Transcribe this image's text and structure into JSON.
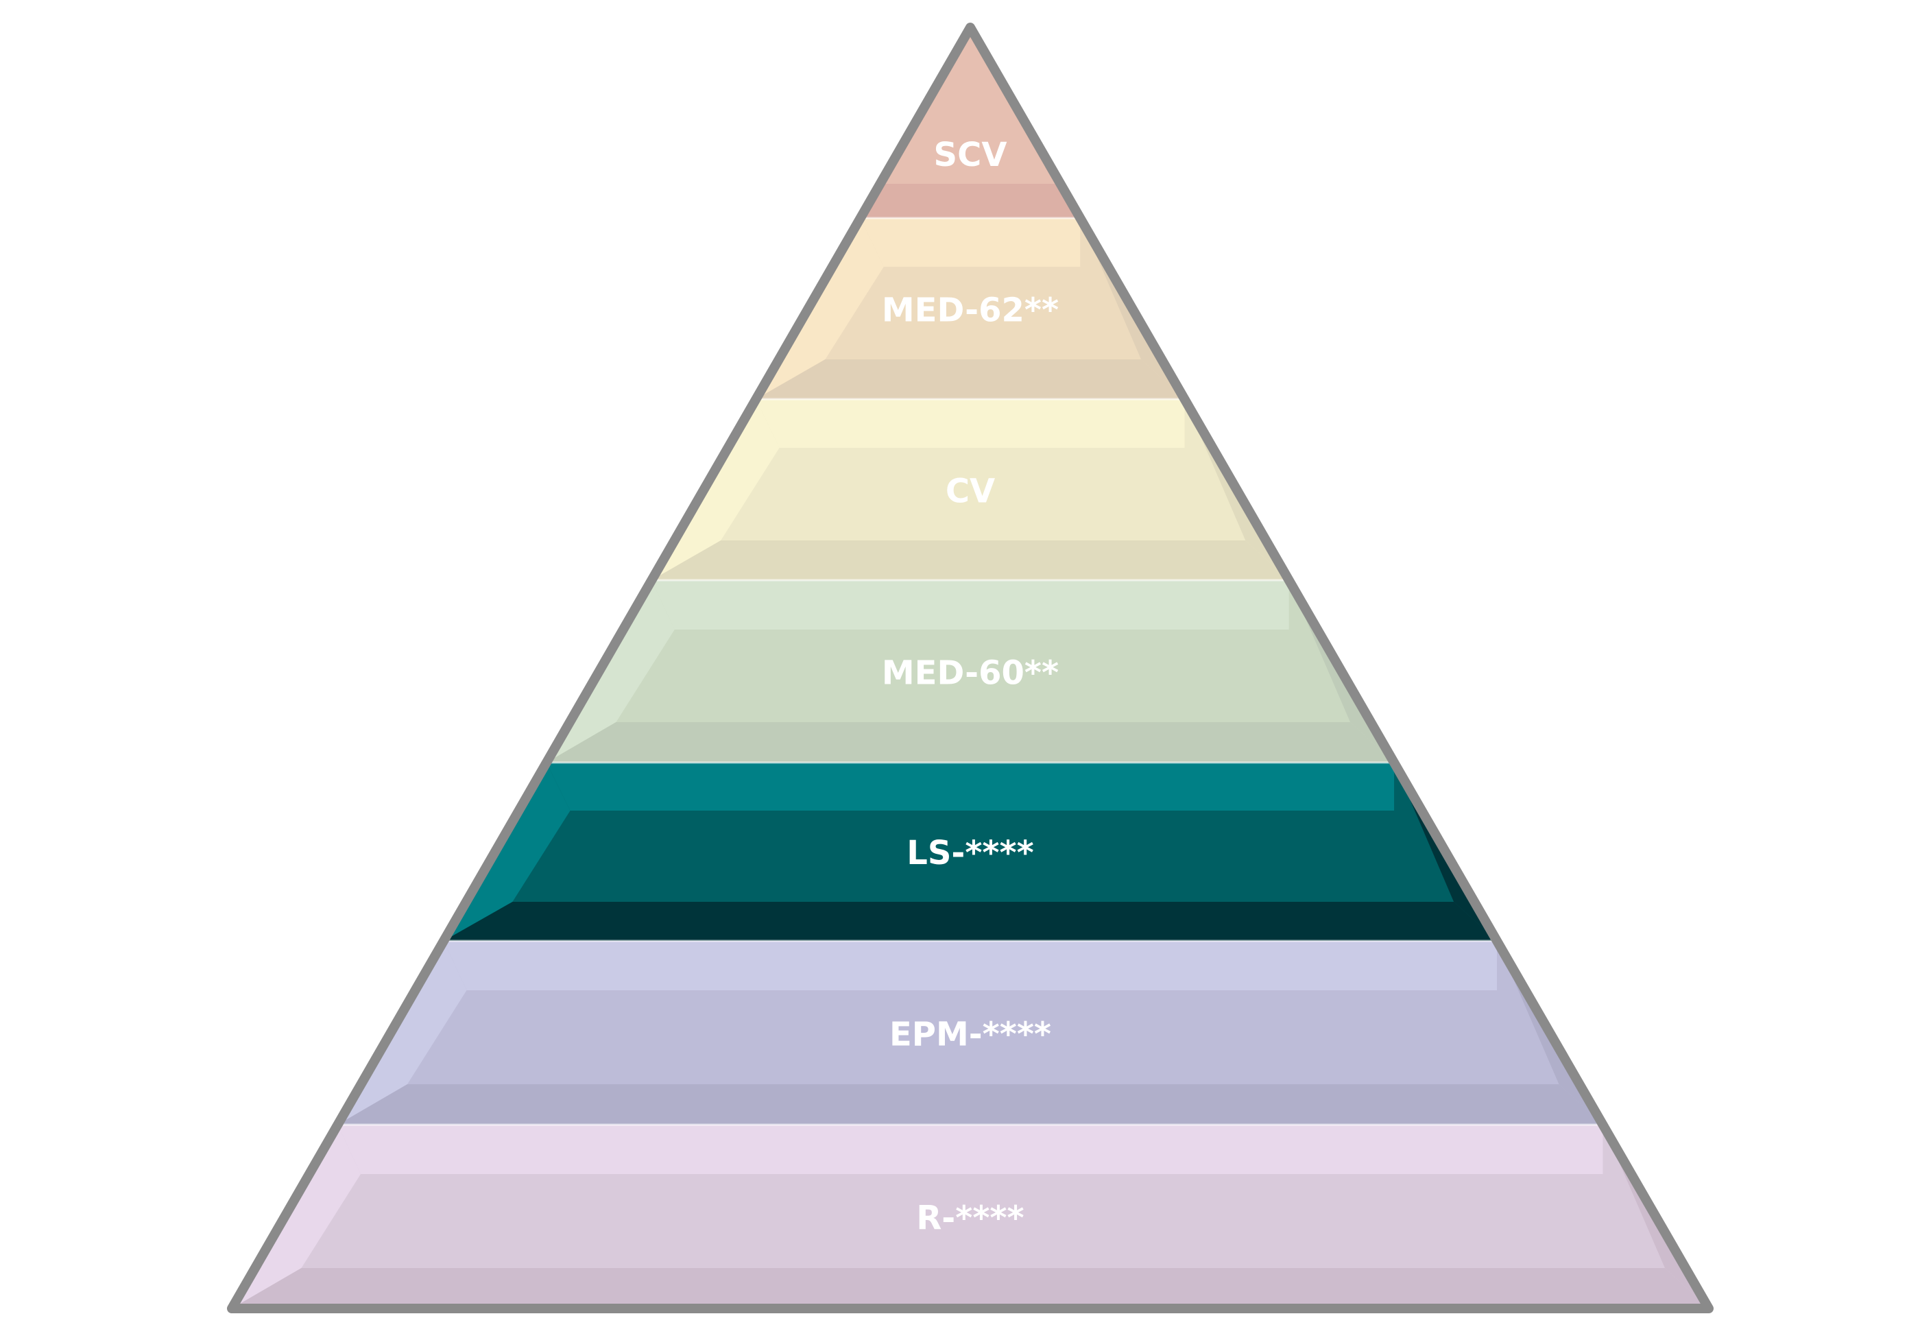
{
  "pyramid": {
    "outline_color": "#8a8a8a",
    "label_color": "#ffffff",
    "levels": [
      {
        "label": "SCV",
        "base": "#e6bfb1",
        "light": "#efc8b9",
        "dark": "#dcb0a6"
      },
      {
        "label": "MED-62**",
        "base": "#eddbbe",
        "light": "#f9e7c6",
        "dark": "#e0d0b7"
      },
      {
        "label": "CV",
        "base": "#eee9c9",
        "light": "#f9f4d1",
        "dark": "#e0dbbe"
      },
      {
        "label": "MED-60**",
        "base": "#cbd9c2",
        "light": "#d6e4d0",
        "dark": "#bfccb9"
      },
      {
        "label": "LS-****",
        "base": "#005f63",
        "light": "#008086",
        "dark": "#00343a"
      },
      {
        "label": "EPM-****",
        "base": "#bdbcd8",
        "light": "#cacbe6",
        "dark": "#b0afca"
      },
      {
        "label": "R-****",
        "base": "#d9cadb",
        "light": "#e8d8eb",
        "dark": "#cdbccd"
      }
    ]
  }
}
